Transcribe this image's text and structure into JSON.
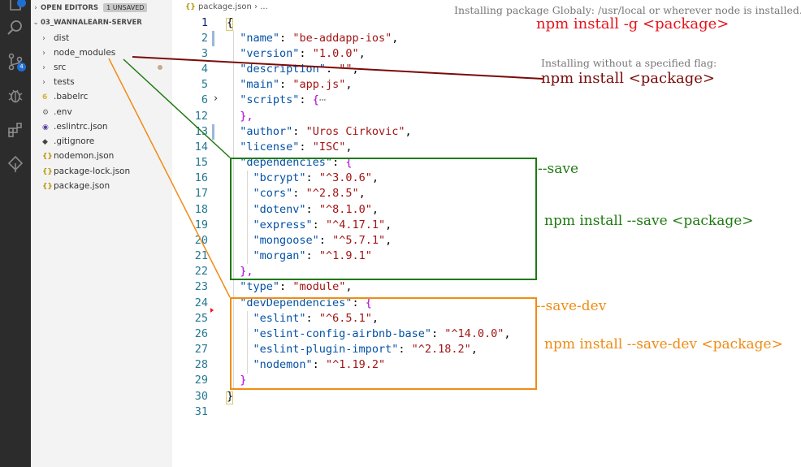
{
  "sidebar": {
    "open_editors_label": "OPEN EDITORS",
    "unsaved_badge": "1 UNSAVED",
    "project_label": "03_WANNALEARN-SERVER",
    "items": [
      {
        "label": "dist",
        "kind": "folder"
      },
      {
        "label": "node_modules",
        "kind": "folder"
      },
      {
        "label": "src",
        "kind": "folder"
      },
      {
        "label": "tests",
        "kind": "folder"
      },
      {
        "label": ".babelrc",
        "kind": "babel-file"
      },
      {
        "label": ".env",
        "kind": "gear-file"
      },
      {
        "label": ".eslintrc.json",
        "kind": "eslint-file"
      },
      {
        "label": ".gitignore",
        "kind": "git-file"
      },
      {
        "label": "nodemon.json",
        "kind": "json-file"
      },
      {
        "label": "package-lock.json",
        "kind": "json-file"
      },
      {
        "label": "package.json",
        "kind": "json-file"
      }
    ]
  },
  "activity_bar": {
    "icons": [
      "explorer-icon",
      "search-icon",
      "source-control-icon",
      "debug-icon",
      "extensions-icon",
      "remote-icon"
    ],
    "source_control_badge": "4"
  },
  "editor": {
    "breadcrumb_file": "package.json",
    "breadcrumb_rest": "› ...",
    "line_numbers": [
      "1",
      "2",
      "3",
      "4",
      "5",
      "6",
      "12",
      "13",
      "14",
      "15",
      "16",
      "17",
      "18",
      "19",
      "20",
      "21",
      "22",
      "23",
      "24",
      "25",
      "26",
      "27",
      "28",
      "29",
      "30",
      "31"
    ],
    "code": {
      "l1": "{",
      "name_key": "\"name\"",
      "name_val": "\"be-addapp-ios\"",
      "version_key": "\"version\"",
      "version_val": "\"1.0.0\"",
      "description_key": "\"description\"",
      "description_val": "\"\"",
      "main_key": "\"main\"",
      "main_val": "\"app.js\"",
      "scripts_key": "\"scripts\"",
      "scripts_val": "{",
      "scripts_ellipsis": "⋯",
      "close_brace_comma": "},",
      "author_key": "\"author\"",
      "author_val": "\"Uros Cirkovic\"",
      "license_key": "\"license\"",
      "license_val": "\"ISC\"",
      "dependencies_key": "\"dependencies\"",
      "dependencies": [
        {
          "key": "\"bcrypt\"",
          "val": "\"^3.0.6\""
        },
        {
          "key": "\"cors\"",
          "val": "\"^2.8.5\""
        },
        {
          "key": "\"dotenv\"",
          "val": "\"^8.1.0\""
        },
        {
          "key": "\"express\"",
          "val": "\"^4.17.1\""
        },
        {
          "key": "\"mongoose\"",
          "val": "\"^5.7.1\""
        },
        {
          "key": "\"morgan\"",
          "val": "\"^1.9.1\""
        }
      ],
      "type_key": "\"type\"",
      "type_val": "\"module\"",
      "devdeps_key": "\"devDependencies\"",
      "dev_dependencies": [
        {
          "key": "\"eslint\"",
          "val": "\"^6.5.1\""
        },
        {
          "key": "\"eslint-config-airbnb-base\"",
          "val": "\"^14.0.0\""
        },
        {
          "key": "\"eslint-plugin-import\"",
          "val": "\"^2.18.2\""
        },
        {
          "key": "\"nodemon\"",
          "val": "\"^1.19.2\""
        }
      ],
      "close_brace": "}",
      "final_brace": "}"
    }
  },
  "annotations": {
    "global_note": "Installing package Globaly:  /usr/local or wherever node is installed.",
    "global_cmd": "npm  install  -g  <package>",
    "noflag_note": "Installing without a specified flag:",
    "noflag_cmd": "npm  install  <package>",
    "save_label": "--save",
    "save_cmd": "npm  install --save  <package>",
    "savedev_label": "--save-dev",
    "savedev_cmd": "npm  install --save-dev  <package>"
  },
  "colors": {
    "global": "#e8131b",
    "noflag": "#7a0a0a",
    "save": "#1f7a12",
    "savedev": "#f08c14"
  }
}
